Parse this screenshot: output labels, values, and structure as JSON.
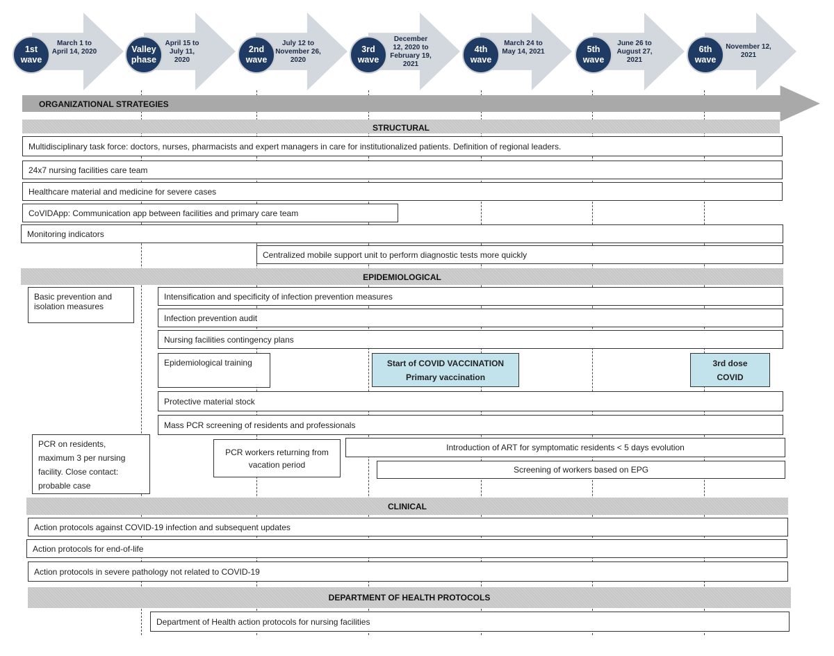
{
  "phases": [
    {
      "label": "1st wave",
      "dates": "March 1 to April 14, 2020"
    },
    {
      "label": "Valley phase",
      "dates": "April 15 to July 11, 2020"
    },
    {
      "label": "2nd wave",
      "dates": "July 12 to November 26, 2020"
    },
    {
      "label": "3rd wave",
      "dates": "December 12, 2020 to February 19, 2021"
    },
    {
      "label": "4th wave",
      "dates": "March 24 to May 14, 2021"
    },
    {
      "label": "5th wave",
      "dates": "June 26 to August 27, 2021"
    },
    {
      "label": "6th wave",
      "dates": "November 12, 2021"
    }
  ],
  "org_title": "ORGANIZATIONAL STRATEGIES",
  "sections": {
    "structural": "STRUCTURAL",
    "epidemiological": "EPIDEMIOLOGICAL",
    "clinical": "CLINICAL",
    "dept": "DEPARTMENT OF HEALTH PROTOCOLS"
  },
  "structural": {
    "task_force": "Multidisciplinary task force: doctors, nurses, pharmacists and expert managers in care for institutionalized patients. Definition of regional leaders.",
    "care_team": "24x7 nursing facilities care team",
    "material": "Healthcare material and medicine for severe cases",
    "covidapp": "CoVIDApp: Communication app between facilities and primary care team",
    "monitoring": "Monitoring indicators",
    "mobile_unit": "Centralized mobile support unit to perform diagnostic tests more quickly"
  },
  "epidemiological": {
    "basic": "Basic prevention and isolation measures",
    "intensification": "Intensification and specificity of infection prevention measures",
    "audit": "Infection prevention audit",
    "contingency": "Nursing facilities contingency plans",
    "training": "Epidemiological training",
    "vax_line1": "Start of COVID VACCINATION",
    "vax_line2": "Primary vaccination",
    "dose_line1": "3rd dose",
    "dose_line2": "COVID",
    "stock": "Protective material stock",
    "mass_pcr": "Mass PCR screening of residents and professionals",
    "pcr_residents": "PCR on residents, maximum 3 per nursing facility. Close contact: probable case",
    "pcr_workers": "PCR workers returning from vacation period",
    "art": "Introduction of ART for symptomatic residents < 5 days evolution",
    "epg": "Screening of workers based on EPG"
  },
  "clinical": {
    "protocols": "Action protocols against COVID-19 infection and subsequent updates",
    "end_of_life": "Action protocols for end-of-life",
    "severe": "Action protocols in severe pathology not related to COVID-19"
  },
  "dept": {
    "protocols": "Department of Health action protocols for nursing facilities"
  },
  "colors": {
    "circle": "#1f3b63",
    "arrow": "#d3d8df",
    "band": "#c7c7c7",
    "vaccination": "#c2e2ec"
  }
}
